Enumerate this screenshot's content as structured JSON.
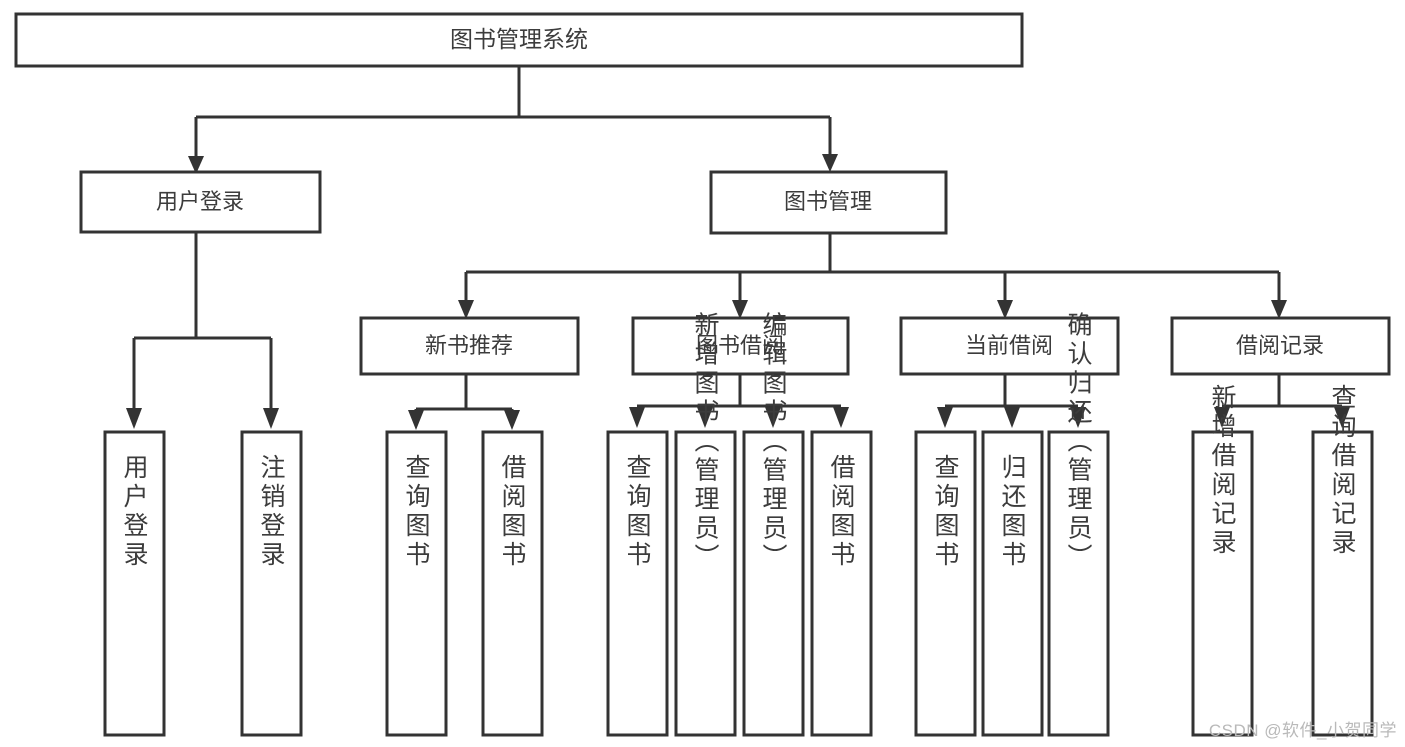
{
  "diagram": {
    "type": "tree-hierarchy",
    "orientation": "top-down",
    "title": "图书管理系统",
    "style": {
      "box_fill": "#ffffff",
      "box_stroke": "#333333",
      "text_color": "#3c3c3c",
      "connector_color": "#333333",
      "background": "#ffffff",
      "watermark_color": "#b9b9b9"
    },
    "levels": [
      {
        "level": 0,
        "nodes": [
          {
            "id": "root",
            "label": "图书管理系统",
            "orientation": "horizontal"
          }
        ]
      },
      {
        "level": 1,
        "nodes": [
          {
            "id": "login",
            "label": "用户登录",
            "orientation": "horizontal",
            "parent": "root"
          },
          {
            "id": "bookmgmt",
            "label": "图书管理",
            "orientation": "horizontal",
            "parent": "root"
          }
        ]
      },
      {
        "level": 2,
        "nodes": [
          {
            "id": "newbook",
            "label": "新书推荐",
            "orientation": "horizontal",
            "parent": "bookmgmt"
          },
          {
            "id": "borrow",
            "label": "图书借阅",
            "orientation": "horizontal",
            "parent": "bookmgmt"
          },
          {
            "id": "current",
            "label": "当前借阅",
            "orientation": "horizontal",
            "parent": "bookmgmt"
          },
          {
            "id": "records",
            "label": "借阅记录",
            "orientation": "horizontal",
            "parent": "bookmgmt"
          }
        ]
      },
      {
        "level": 3,
        "nodes": [
          {
            "id": "leaf-1",
            "label": "用户登录",
            "orientation": "vertical",
            "parent": "login"
          },
          {
            "id": "leaf-2",
            "label": "注销登录",
            "orientation": "vertical",
            "parent": "login"
          },
          {
            "id": "leaf-3",
            "label": "查询图书",
            "orientation": "vertical",
            "parent": "newbook"
          },
          {
            "id": "leaf-4",
            "label": "借阅图书",
            "orientation": "vertical",
            "parent": "newbook"
          },
          {
            "id": "leaf-5",
            "label": "查询图书",
            "orientation": "vertical",
            "parent": "borrow"
          },
          {
            "id": "leaf-6",
            "label": "新增图书（管理员）",
            "orientation": "vertical",
            "parent": "borrow"
          },
          {
            "id": "leaf-7",
            "label": "编辑图书（管理员）",
            "orientation": "vertical",
            "parent": "borrow"
          },
          {
            "id": "leaf-8",
            "label": "借阅图书",
            "orientation": "vertical",
            "parent": "borrow"
          },
          {
            "id": "leaf-9",
            "label": "查询图书",
            "orientation": "vertical",
            "parent": "current"
          },
          {
            "id": "leaf-10",
            "label": "归还图书",
            "orientation": "vertical",
            "parent": "current"
          },
          {
            "id": "leaf-11",
            "label": "确认归还（管理员）",
            "orientation": "vertical",
            "parent": "current"
          },
          {
            "id": "leaf-12",
            "label": "新增借阅记录",
            "orientation": "vertical",
            "parent": "records"
          },
          {
            "id": "leaf-13",
            "label": "查询借阅记录",
            "orientation": "vertical",
            "parent": "records"
          }
        ]
      }
    ]
  },
  "watermark": {
    "text": "CSDN @软件_小贺同学"
  }
}
